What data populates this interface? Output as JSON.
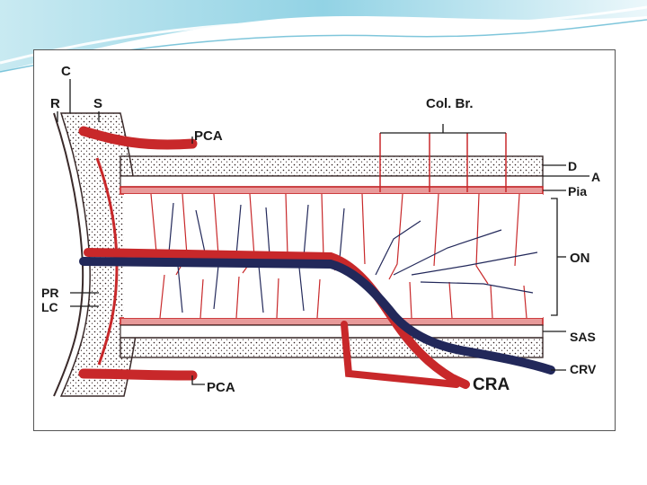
{
  "colors": {
    "artery": "#c8282a",
    "vein": "#22285a",
    "outline": "#3a2a2a",
    "stipple": "#2a1a1a",
    "slide_accent": "#6ec6dc"
  },
  "labels": {
    "c": "C",
    "r": "R",
    "s": "S",
    "pca_top": "PCA",
    "col_br": "Col. Br.",
    "d": "D",
    "a": "A",
    "pia": "Pia",
    "on": "ON",
    "pr": "PR",
    "lc": "LC",
    "sas": "SAS",
    "crv": "CRV",
    "cra": "CRA",
    "pca_bottom": "PCA"
  }
}
